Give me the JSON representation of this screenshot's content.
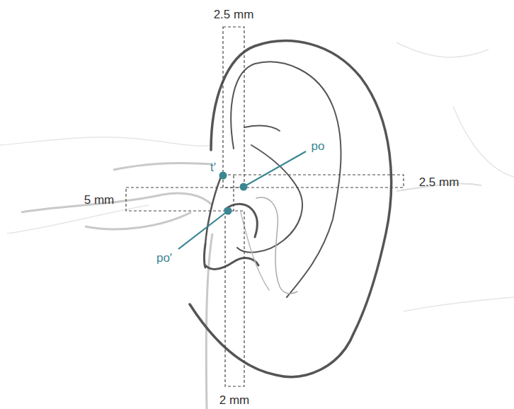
{
  "diagram": {
    "labels": [
      "2.5 mm",
      "t′",
      "po",
      "5 mm",
      "2.5 mm",
      "po′",
      "2 mm"
    ]
  }
}
